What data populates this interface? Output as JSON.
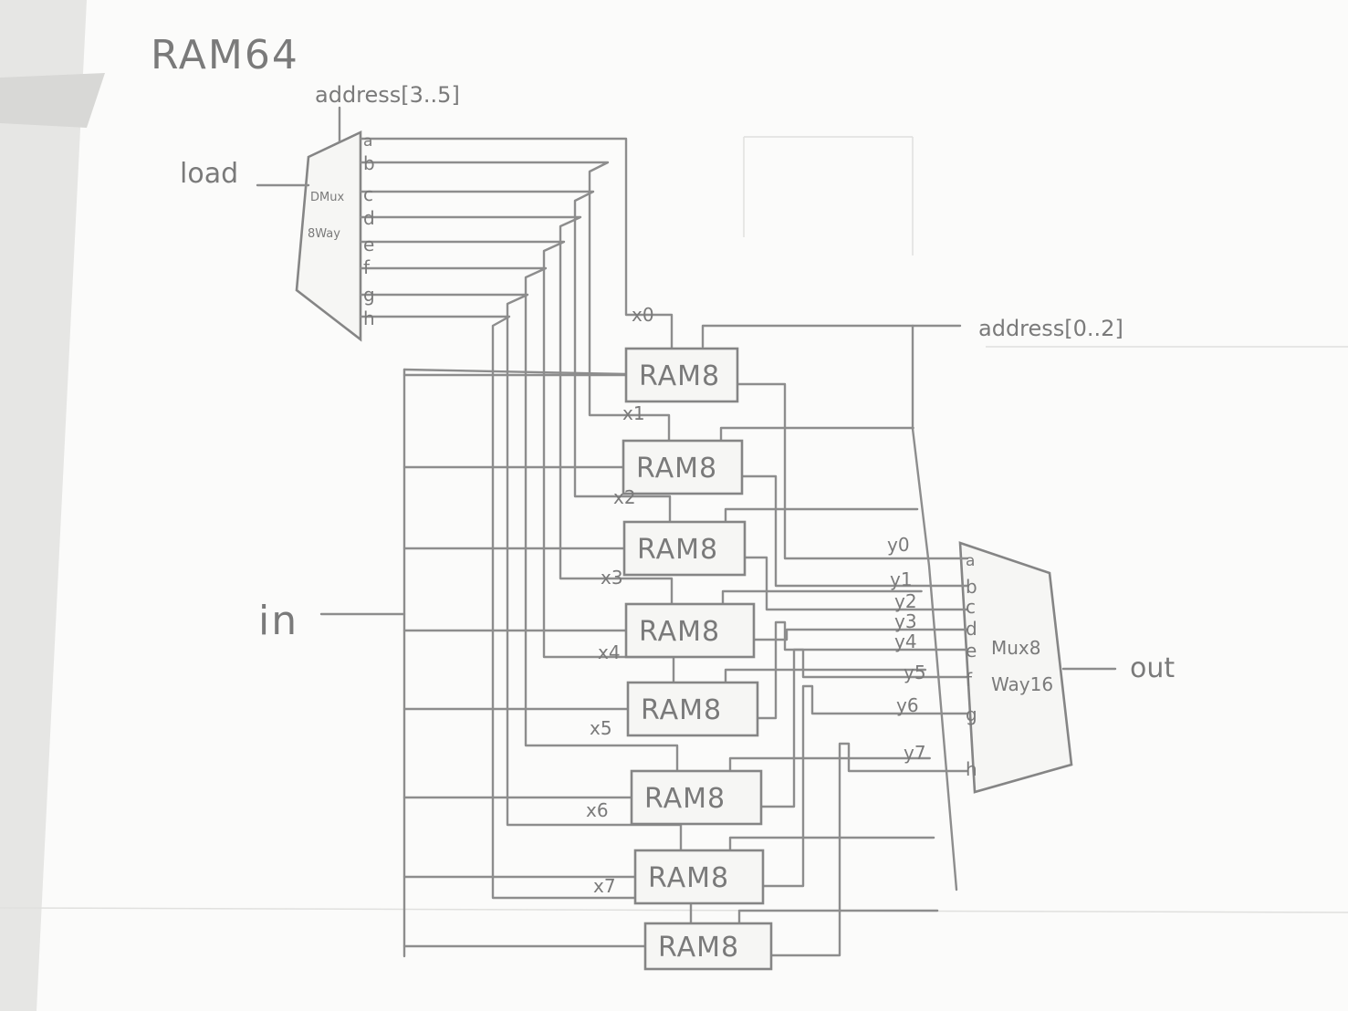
{
  "diagram": {
    "title": "RAM64",
    "inputs": {
      "load": "load",
      "in": "in",
      "address_high": "address[3..5]",
      "address_low": "address[0..2]"
    },
    "output": "out",
    "dmux": {
      "label_top": "DMux",
      "label_bottom": "8Way",
      "pins": [
        "a",
        "b",
        "c",
        "d",
        "e",
        "f",
        "g",
        "h"
      ]
    },
    "mux": {
      "label_top": "Mux8",
      "label_bottom": "Way16",
      "pins": [
        "a",
        "b",
        "c",
        "d",
        "e",
        "f",
        "g",
        "h"
      ]
    },
    "ram_label": "RAM8",
    "x_signals": [
      "x0",
      "x1",
      "x2",
      "x3",
      "x4",
      "x5",
      "x6",
      "x7"
    ],
    "y_signals": [
      "y0",
      "y1",
      "y2",
      "y3",
      "y4",
      "y5",
      "y6",
      "y7"
    ]
  },
  "colors": {
    "paper": "#fbfbfa",
    "background": "#e6e6e4",
    "pencil": "#8d8d8d"
  }
}
